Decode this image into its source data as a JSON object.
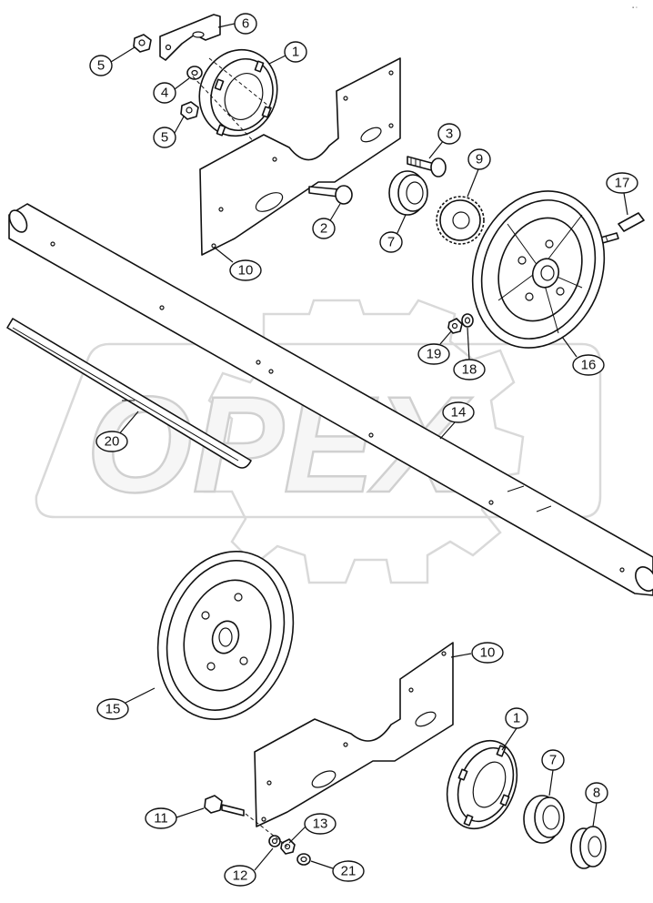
{
  "watermark": {
    "text": "OPEX"
  },
  "corner_mark": "▪ ▫",
  "callouts": [
    {
      "id": "c1a",
      "label": "1"
    },
    {
      "id": "c1b",
      "label": "1"
    },
    {
      "id": "c2",
      "label": "2"
    },
    {
      "id": "c3",
      "label": "3"
    },
    {
      "id": "c4",
      "label": "4"
    },
    {
      "id": "c5a",
      "label": "5"
    },
    {
      "id": "c5b",
      "label": "5"
    },
    {
      "id": "c6",
      "label": "6"
    },
    {
      "id": "c7a",
      "label": "7"
    },
    {
      "id": "c7b",
      "label": "7"
    },
    {
      "id": "c8",
      "label": "8"
    },
    {
      "id": "c9",
      "label": "9"
    },
    {
      "id": "c10a",
      "label": "10"
    },
    {
      "id": "c10b",
      "label": "10"
    },
    {
      "id": "c11",
      "label": "11"
    },
    {
      "id": "c12",
      "label": "12"
    },
    {
      "id": "c13",
      "label": "13"
    },
    {
      "id": "c14",
      "label": "14"
    },
    {
      "id": "c15",
      "label": "15"
    },
    {
      "id": "c16",
      "label": "16"
    },
    {
      "id": "c17",
      "label": "17"
    },
    {
      "id": "c18",
      "label": "18"
    },
    {
      "id": "c19",
      "label": "19"
    },
    {
      "id": "c20",
      "label": "20"
    },
    {
      "id": "c21",
      "label": "21"
    }
  ]
}
